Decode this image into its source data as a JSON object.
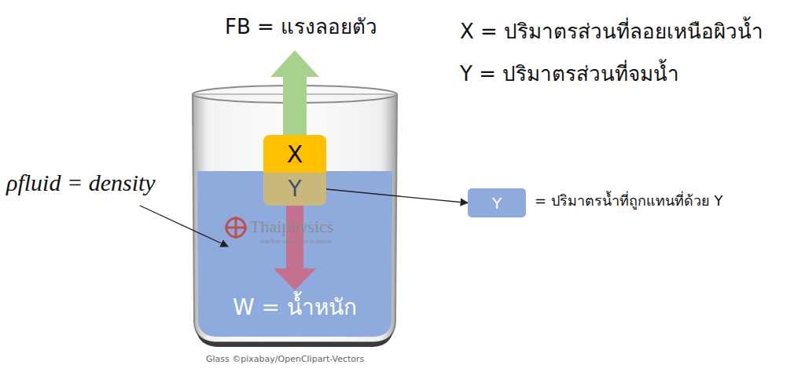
{
  "diagram": {
    "caption": "Glass ©pixabay/OpenClipart-Vectors",
    "nodes": [
      {
        "text": [
          "X"
        ]
      },
      {
        "text": [
          "Y"
        ]
      },
      {
        "text": [
          "Y"
        ]
      }
    ],
    "edges": [
      {
        "from": 1,
        "to": 2,
        "arrow": "to"
      }
    ],
    "labels": [
      "FB = แรงลอยตัว",
      "X = ปริมาตรส่วนที่ลอยเหนือผิวน้ำ",
      "Y = ปริมาตรส่วนที่จมน้ำ",
      "ρfluid = density",
      "= ปริมาตรน้ำที่ถูกแทนที่ด้วย Y",
      "W = น้ำหนัก",
      "Thaiphysics",
      "teacher who love science."
    ]
  }
}
